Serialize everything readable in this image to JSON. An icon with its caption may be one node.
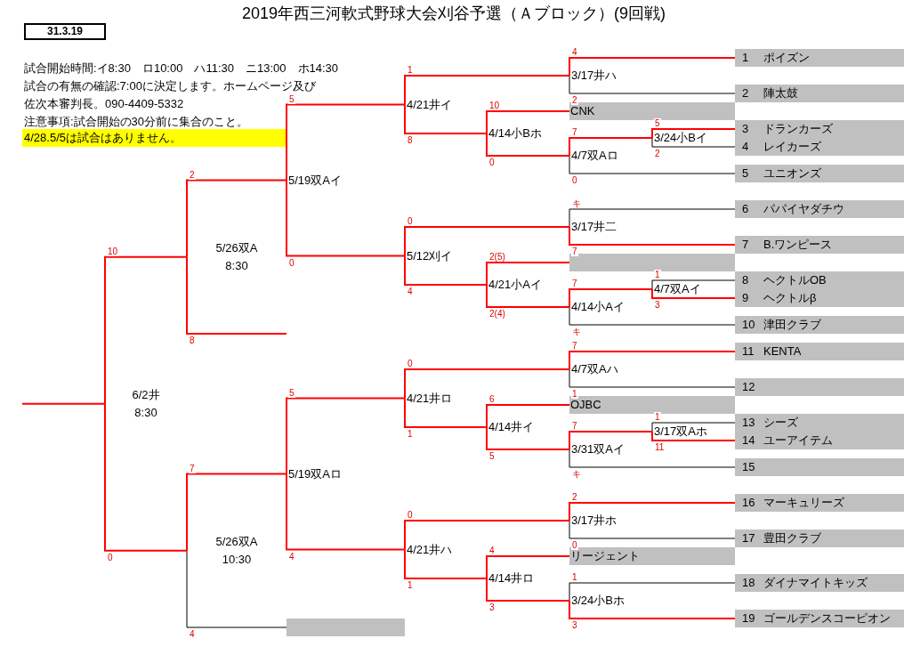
{
  "diagram": {
    "title": "2019年西三河軟式野球大会刈谷予選（Ａブロック）(9回戦)",
    "nodes": [
      {
        "text": [
          "31.3.19"
        ]
      },
      {
        "text": [
          "1",
          "ポイズン"
        ]
      },
      {
        "text": [
          "2",
          "陣太鼓"
        ]
      },
      {
        "text": [
          "CNK"
        ]
      },
      {
        "text": [
          "3",
          "ドランカーズ"
        ]
      },
      {
        "text": [
          "4",
          "レイカーズ"
        ]
      },
      {
        "text": [
          "5",
          "ユニオンズ"
        ]
      },
      {
        "text": [
          "6",
          "パパイヤダチウ"
        ]
      },
      {
        "text": [
          "7",
          "B.ワンピース"
        ]
      },
      {
        "text": [],
        "shape": "bar"
      },
      {
        "text": [
          "8",
          "ヘクトルOB"
        ]
      },
      {
        "text": [
          "9",
          "ヘクトルβ"
        ]
      },
      {
        "text": [
          "10",
          "津田クラブ"
        ]
      },
      {
        "text": [
          "11",
          "KENTA"
        ]
      },
      {
        "text": [
          "12"
        ]
      },
      {
        "text": [
          "OJBC"
        ]
      },
      {
        "text": [
          "13",
          "シーズ"
        ]
      },
      {
        "text": [
          "14",
          "ユーアイテム"
        ]
      },
      {
        "text": [
          "15"
        ]
      },
      {
        "text": [
          "16",
          "マーキュリーズ"
        ]
      },
      {
        "text": [
          "17",
          "豊田クラブ"
        ]
      },
      {
        "text": [
          "リージェント"
        ]
      },
      {
        "text": [
          "18",
          "ダイナマイトキッズ"
        ]
      },
      {
        "text": [
          "19",
          "ゴールデンスコーピオン"
        ]
      },
      {
        "text": [],
        "shape": "bar"
      },
      {
        "text": [
          "3/17井ハ"
        ]
      },
      {
        "text": [
          "3/24小Bイ"
        ]
      },
      {
        "text": [
          "4/7双Aロ"
        ]
      },
      {
        "text": [
          "4/14小Bホ"
        ]
      },
      {
        "text": [
          "4/21井イ"
        ]
      },
      {
        "text": [
          "3/17井二"
        ]
      },
      {
        "text": [
          "4/7双Aイ"
        ]
      },
      {
        "text": [
          "4/14小Aイ"
        ]
      },
      {
        "text": [
          "4/21小Aイ"
        ]
      },
      {
        "text": [
          "5/12刈イ"
        ]
      },
      {
        "text": [
          "5/19双Aイ"
        ]
      },
      {
        "text": [
          "5/26双A 8:30"
        ]
      },
      {
        "text": [
          "6/2井 8:30"
        ]
      },
      {
        "text": [
          "4/7双Aハ"
        ]
      },
      {
        "text": [
          "3/17双Aホ"
        ]
      },
      {
        "text": [
          "3/31双Aイ"
        ]
      },
      {
        "text": [
          "4/14井イ"
        ]
      },
      {
        "text": [
          "4/21井ロ"
        ]
      },
      {
        "text": [
          "3/17井ホ"
        ]
      },
      {
        "text": [
          "3/24小Bホ"
        ]
      },
      {
        "text": [
          "4/14井ロ"
        ]
      },
      {
        "text": [
          "4/21井ハ"
        ]
      },
      {
        "text": [
          "5/19双Aロ"
        ]
      },
      {
        "text": [
          "5/26双A 10:30"
        ]
      }
    ],
    "edges": [
      {
        "from": 1,
        "to": 25,
        "arrow": "none",
        "label": "4"
      },
      {
        "from": 2,
        "to": 25,
        "arrow": "none",
        "label": "2",
        "color": "#000000"
      },
      {
        "from": 4,
        "to": 26,
        "arrow": "none",
        "label": "5"
      },
      {
        "from": 5,
        "to": 26,
        "arrow": "none",
        "label": "2",
        "color": "#000000"
      },
      {
        "from": 26,
        "to": 27,
        "arrow": "none",
        "label": "7"
      },
      {
        "from": 6,
        "to": 27,
        "arrow": "none",
        "label": "0",
        "color": "#000000"
      },
      {
        "from": 3,
        "to": 28,
        "arrow": "none",
        "label": "10"
      },
      {
        "from": 27,
        "to": 28,
        "arrow": "none",
        "label": "0"
      },
      {
        "from": 25,
        "to": 29,
        "arrow": "none",
        "label": "1"
      },
      {
        "from": 28,
        "to": 29,
        "arrow": "none",
        "label": "8"
      },
      {
        "from": 29,
        "to": 35,
        "arrow": "none",
        "label": "5"
      },
      {
        "from": 7,
        "to": 30,
        "arrow": "none",
        "label": "キ",
        "color": "#000000"
      },
      {
        "from": 8,
        "to": 30,
        "arrow": "none",
        "label": "7"
      },
      {
        "from": 10,
        "to": 31,
        "arrow": "none",
        "label": "1",
        "color": "#000000"
      },
      {
        "from": 11,
        "to": 31,
        "arrow": "none",
        "label": "3"
      },
      {
        "from": 31,
        "to": 32,
        "arrow": "none",
        "label": "7"
      },
      {
        "from": 12,
        "to": 32,
        "arrow": "none",
        "label": "キ",
        "color": "#000000"
      },
      {
        "from": 9,
        "to": 33,
        "arrow": "none",
        "label": "2(5)"
      },
      {
        "from": 32,
        "to": 33,
        "arrow": "none",
        "label": "2(4)"
      },
      {
        "from": 30,
        "to": 34,
        "arrow": "none",
        "label": "0"
      },
      {
        "from": 33,
        "to": 34,
        "arrow": "none",
        "label": "4"
      },
      {
        "from": 34,
        "to": 35,
        "arrow": "none",
        "label": "0"
      },
      {
        "from": 35,
        "to": 36,
        "arrow": "none",
        "label": "2"
      },
      {
        "from": null,
        "to": 36,
        "arrow": "none",
        "label": "8"
      },
      {
        "from": 36,
        "to": 37,
        "arrow": "none",
        "label": "10"
      },
      {
        "from": 13,
        "to": 38,
        "arrow": "none",
        "label": "7"
      },
      {
        "from": 14,
        "to": 38,
        "arrow": "none",
        "label": "1",
        "color": "#000000"
      },
      {
        "from": 16,
        "to": 39,
        "arrow": "none",
        "label": "1",
        "color": "#000000"
      },
      {
        "from": 17,
        "to": 39,
        "arrow": "none",
        "label": "11"
      },
      {
        "from": 39,
        "to": 40,
        "arrow": "none",
        "label": "7"
      },
      {
        "from": 18,
        "to": 40,
        "arrow": "none",
        "label": "キ",
        "color": "#000000"
      },
      {
        "from": 15,
        "to": 41,
        "arrow": "none",
        "label": "6"
      },
      {
        "from": 40,
        "to": 41,
        "arrow": "none",
        "label": "5"
      },
      {
        "from": 38,
        "to": 42,
        "arrow": "none",
        "label": "0"
      },
      {
        "from": 41,
        "to": 42,
        "arrow": "none",
        "label": "1"
      },
      {
        "from": 42,
        "to": 47,
        "arrow": "none",
        "label": "5"
      },
      {
        "from": 19,
        "to": 43,
        "arrow": "none",
        "label": "2"
      },
      {
        "from": 20,
        "to": 43,
        "arrow": "none",
        "label": "0",
        "color": "#000000"
      },
      {
        "from": 22,
        "to": 44,
        "arrow": "none",
        "label": "1",
        "color": "#000000"
      },
      {
        "from": 23,
        "to": 44,
        "arrow": "none",
        "label": "3"
      },
      {
        "from": 21,
        "to": 45,
        "arrow": "none",
        "label": "4"
      },
      {
        "from": 44,
        "to": 45,
        "arrow": "none",
        "label": "3"
      },
      {
        "from": 43,
        "to": 46,
        "arrow": "none",
        "label": "0"
      },
      {
        "from": 45,
        "to": 46,
        "arrow": "none",
        "label": "1"
      },
      {
        "from": 46,
        "to": 47,
        "arrow": "none",
        "label": "4"
      },
      {
        "from": 47,
        "to": 48,
        "arrow": "none",
        "label": "7"
      },
      {
        "from": 24,
        "to": 48,
        "arrow": "none",
        "label": "4",
        "color": "#000000"
      },
      {
        "from": 48,
        "to": 37,
        "arrow": "none",
        "label": "0"
      },
      {
        "from": 37,
        "to": null,
        "arrow": "none"
      }
    ],
    "labels": [
      "試合開始時間:イ8:30　ロ10:00　ハ11:30　ニ13:00　ホ14:30",
      "試合の有無の確認:7:00に決定します。ホームページ及び佐次本審判長。090-4409-5332",
      "注意事項:試合開始の30分前に集合のこと。",
      "4/28.5/5は試合はありません。"
    ]
  }
}
